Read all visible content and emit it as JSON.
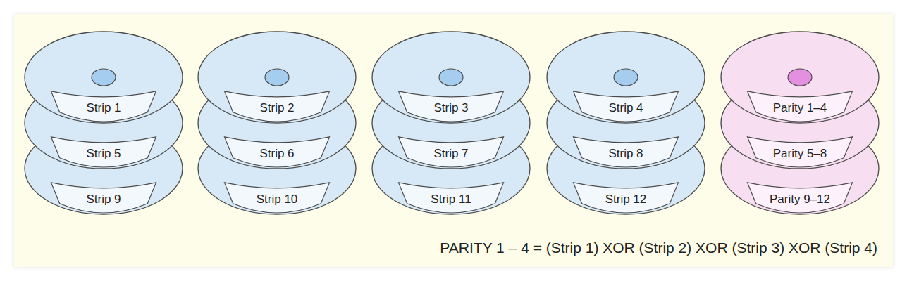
{
  "diagram": {
    "nodes": [
      {
        "text": [
          "Strip 1"
        ]
      },
      {
        "text": [
          "Strip 2"
        ]
      },
      {
        "text": [
          "Strip 3"
        ]
      },
      {
        "text": [
          "Strip 4"
        ]
      },
      {
        "text": [
          "Parity 1–4"
        ]
      },
      {
        "text": [
          "Strip 5"
        ]
      },
      {
        "text": [
          "Strip 6"
        ]
      },
      {
        "text": [
          "Strip 7"
        ]
      },
      {
        "text": [
          "Strip 8"
        ]
      },
      {
        "text": [
          "Parity 5–8"
        ]
      },
      {
        "text": [
          "Strip 9"
        ]
      },
      {
        "text": [
          "Strip 10"
        ]
      },
      {
        "text": [
          "Strip 11"
        ]
      },
      {
        "text": [
          "Strip 12"
        ]
      },
      {
        "text": [
          "Parity 9–12"
        ]
      }
    ],
    "labels": [
      "PARITY 1 – 4 = (Strip 1) XOR (Strip 2) XOR (Strip 3) XOR (Strip 4)"
    ]
  }
}
